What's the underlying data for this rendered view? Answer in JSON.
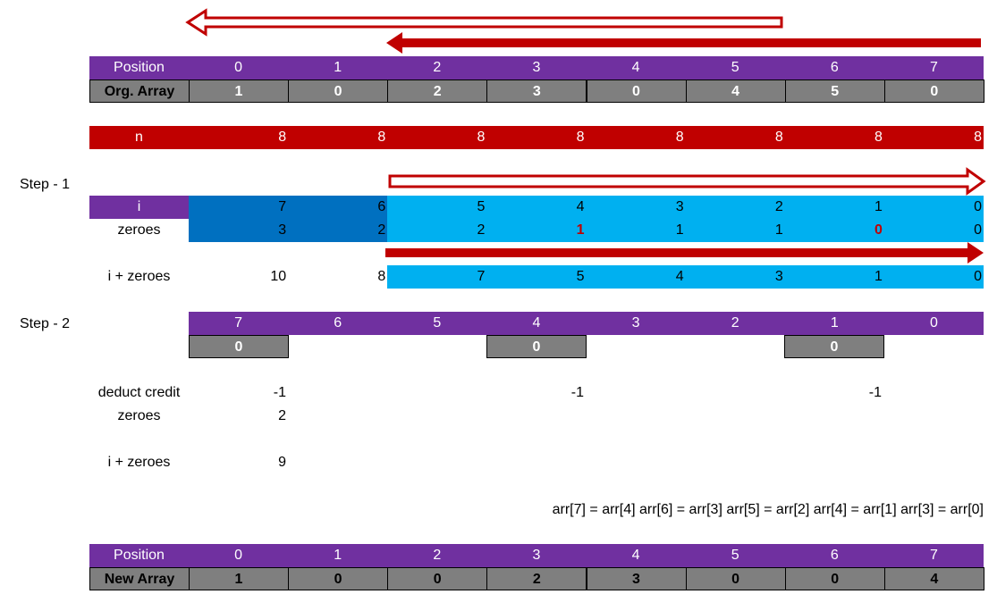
{
  "colors": {
    "purple": "#7030a0",
    "red": "#c00000",
    "gray": "#7f7f7f",
    "light_blue": "#00b0f0",
    "dark_blue": "#0070c0",
    "highlight_red": "#c00000"
  },
  "top_header": {
    "label": "Position",
    "values": [
      "0",
      "1",
      "2",
      "3",
      "4",
      "5",
      "6",
      "7"
    ]
  },
  "org_array": {
    "label": "Org. Array",
    "values": [
      "1",
      "0",
      "2",
      "3",
      "0",
      "4",
      "5",
      "0"
    ]
  },
  "n_row": {
    "label": "n",
    "values": [
      "8",
      "8",
      "8",
      "8",
      "8",
      "8",
      "8",
      "8"
    ]
  },
  "step1": {
    "label": "Step - 1",
    "i_label": "i",
    "i_values": [
      "7",
      "6",
      "5",
      "4",
      "3",
      "2",
      "1",
      "0"
    ],
    "zeroes_label": "zeroes",
    "zeroes_values": [
      "3",
      "2",
      "2",
      "1",
      "1",
      "1",
      "0",
      "0"
    ],
    "sum_label": "i + zeroes",
    "sum_values": [
      "10",
      "8",
      "7",
      "5",
      "4",
      "3",
      "1",
      "0"
    ]
  },
  "step2": {
    "label": "Step - 2",
    "header_values": [
      "7",
      "6",
      "5",
      "4",
      "3",
      "2",
      "1",
      "0"
    ],
    "zero_boxes": [
      "0",
      "0",
      "0"
    ],
    "deduct_label": "deduct credit",
    "deduct_values": [
      "-1",
      "-1",
      "-1"
    ],
    "zeroes_label": "zeroes",
    "zeroes_value": "2",
    "sum_label": "i + zeroes",
    "sum_value": "9",
    "assignments": "arr[7] = arr[4] arr[6] = arr[3] arr[5] = arr[2] arr[4] = arr[1] arr[3] = arr[0]"
  },
  "bottom_header": {
    "label": "Position",
    "values": [
      "0",
      "1",
      "2",
      "3",
      "4",
      "5",
      "6",
      "7"
    ]
  },
  "new_array": {
    "label": "New Array",
    "values": [
      "1",
      "0",
      "0",
      "2",
      "3",
      "0",
      "0",
      "4"
    ]
  }
}
